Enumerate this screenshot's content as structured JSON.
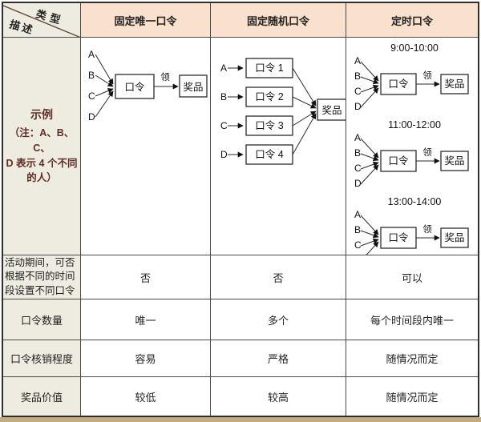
{
  "colors": {
    "header_bg": "#FAE1CD",
    "side_bg": "#EEECE1",
    "accent_text": "#5F2D24",
    "grid_line": "#4A4A4A",
    "outer_border": "#2F2F2F",
    "bottom_strip": "#C3AC83"
  },
  "corner": {
    "top_label": "类型",
    "bottom_label": "描述"
  },
  "columns": [
    {
      "label": "固定唯一口令"
    },
    {
      "label": "固定随机口令"
    },
    {
      "label": "定时口令"
    }
  ],
  "example": {
    "title": "示例",
    "note_lines": [
      "（注：A、B、C、",
      "D 表示 4 个不同",
      "的人）"
    ],
    "people": [
      "A",
      "B",
      "C",
      "D"
    ],
    "password": "口令",
    "prize": "奖品",
    "claim": "领",
    "passwords_numbered": [
      "口令 1",
      "口令 2",
      "口令 3",
      "口令 4"
    ],
    "time_slots": [
      "9:00-10:00",
      "11:00-12:00",
      "13:00-14:00"
    ]
  },
  "rows": [
    {
      "label": "活动期间，可否根据不同的时间段设置不同口令",
      "values": [
        "否",
        "否",
        "可以"
      ]
    },
    {
      "label": "口令数量",
      "values": [
        "唯一",
        "多个",
        "每个时间段内唯一"
      ]
    },
    {
      "label": "口令核销程度",
      "values": [
        "容易",
        "严格",
        "随情况而定"
      ]
    },
    {
      "label": "奖品价值",
      "values": [
        "较低",
        "较高",
        "随情况而定"
      ]
    }
  ]
}
